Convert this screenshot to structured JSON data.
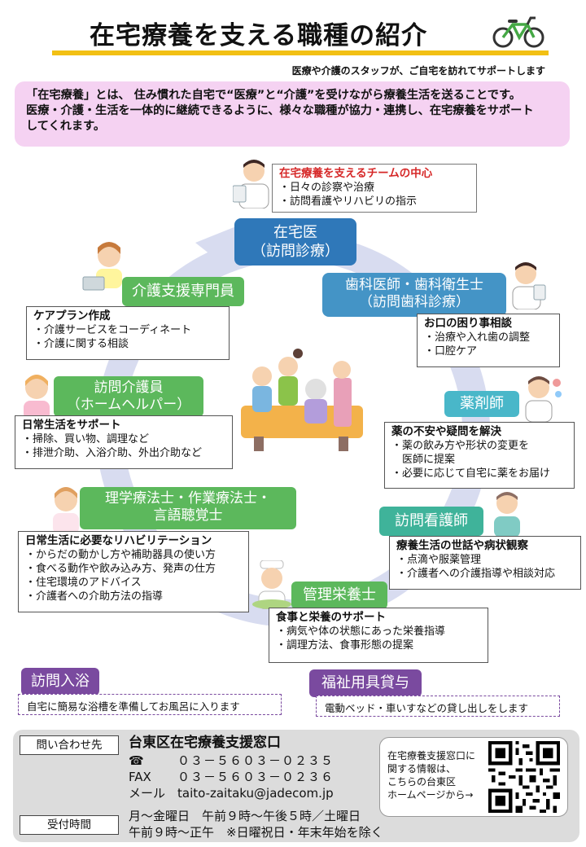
{
  "header": {
    "title": "在宅療養を支える職種の紹介",
    "subtitle": "医療や介護のスタッフが、ご自宅を訪れてサポートします"
  },
  "intro": {
    "line1": "「在宅療養」とは、 住み慣れた自宅で“医療”と“介護”を受けながら療養生活を送ることです。",
    "line2": "医療・介護・生活を一体的に継続できるように、様々な職種が協力・連携し、在宅療養をサポート",
    "line3": "してくれます。"
  },
  "roles": {
    "doctor": {
      "label1": "在宅医",
      "label2": "（訪問診療）",
      "heading": "在宅療養を支えるチームの中心",
      "items": [
        "・日々の診察や治療",
        "・訪問看護やリハビリの指示"
      ]
    },
    "dentist": {
      "label1": "歯科医師・歯科衛生士",
      "label2": "（訪問歯科診療）",
      "heading": "お口の困り事相談",
      "items": [
        "・治療や入れ歯の調整",
        "・口腔ケア"
      ]
    },
    "pharmacist": {
      "label": "薬剤師",
      "heading": "薬の不安や疑問を解決",
      "items": [
        "・薬の飲み方や形状の変更を",
        "　医師に提案",
        "・必要に応じて自宅に薬をお届け"
      ]
    },
    "nurse": {
      "label": "訪問看護師",
      "heading": "療養生活の世話や病状観察",
      "items": [
        "・点滴や服薬管理",
        "・介護者への介護指導や相談対応"
      ]
    },
    "dietitian": {
      "label": "管理栄養士",
      "heading": "食事と栄養のサポート",
      "items": [
        "・病気や体の状態にあった栄養指導",
        "・調理方法、食事形態の提案"
      ]
    },
    "therapist": {
      "label1": "理学療法士・作業療法士・",
      "label2": "言語聴覚士",
      "heading": "日常生活に必要なリハビリテーション",
      "items": [
        "・からだの動かし方や補助器具の使い方",
        "・食べる動作や飲み込み方、発声の仕方",
        "・住宅環境のアドバイス",
        "・介護者への介助方法の指導"
      ]
    },
    "helper": {
      "label1": "訪問介護員",
      "label2": "（ホームヘルパー）",
      "heading": "日常生活をサポート",
      "items": [
        "・掃除、買い物、調理など",
        "・排泄介助、入浴介助、外出介助など"
      ]
    },
    "care_manager": {
      "label": "介護支援専門員",
      "heading": "ケアプラン作成",
      "items": [
        "・介護サービスをコーディネート",
        "・介護に関する相談"
      ]
    }
  },
  "services": {
    "bath": {
      "label": "訪問入浴",
      "desc": "自宅に簡易な浴槽を準備してお風呂に入ります"
    },
    "equipment": {
      "label": "福祉用具貸与",
      "desc": "電動ベッド・車いすなどの貸し出しをします"
    }
  },
  "footer": {
    "contact_label": "問い合わせ先",
    "office": "台東区在宅療養支援窓口",
    "tel_label": "☎",
    "tel": "０３－５６０３－０２３５",
    "fax_label": "FAX",
    "fax": "０３－５６０３－０２３６",
    "mail_label": "メール",
    "mail": "taito-zaitaku@jadecom.jp",
    "hours_label": "受付時間",
    "hours1": "月～金曜日　午前９時～午後５時／土曜日",
    "hours2": "午前９時～正午　※日曜祝日・年末年始を除く",
    "qr_text1": "在宅療養支援窓口に",
    "qr_text2": "関する情報は、",
    "qr_text3": "こちらの台東区",
    "qr_text4": "ホームページから→"
  },
  "colors": {
    "accent_yellow": "#f2c014",
    "intro_pink": "#f5d2f2",
    "blue": "#2f78b9",
    "green": "#5cb85c",
    "teal": "#49b7c9",
    "purple": "#7a4a9f",
    "heading_red": "#d62828"
  },
  "icons": [
    "bicycle-icon",
    "qr-code-icon",
    "telephone-icon"
  ]
}
